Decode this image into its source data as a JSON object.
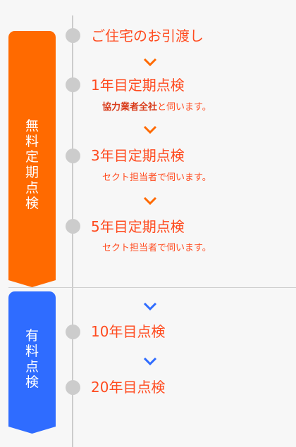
{
  "colors": {
    "free_accent": "#ff6a00",
    "paid_accent": "#2f6cff",
    "timeline": "#cccccc",
    "text_accent": "#ff4b1f",
    "arrow_orange": "#ff6a00",
    "arrow_blue": "#2f6cff"
  },
  "free_banner": {
    "label": "無\n料\n定\n期\n点\n検"
  },
  "paid_banner": {
    "label": "有\n料\n点\n検"
  },
  "steps": [
    {
      "title": "ご住宅のお引渡し"
    },
    {
      "title": "1年目定期点検",
      "note_strong": "協力業者全社",
      "note": "と伺います。"
    },
    {
      "title": "3年目定期点検",
      "note": "セクト担当者で伺います。"
    },
    {
      "title": "5年目定期点検",
      "note": "セクト担当者で伺います。"
    },
    {
      "title": "10年目点検"
    },
    {
      "title": "20年目点検"
    }
  ]
}
